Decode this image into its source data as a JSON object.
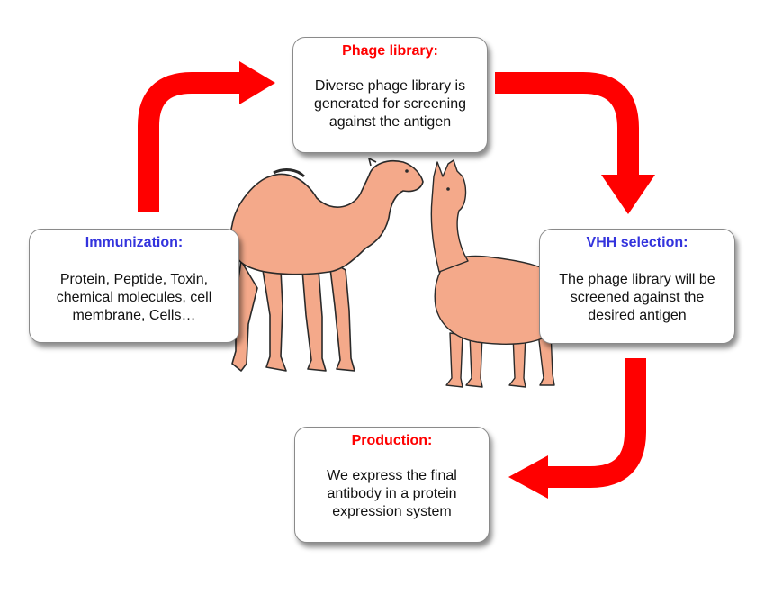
{
  "colors": {
    "arrow": "#ff0000",
    "title_red": "#ff0000",
    "title_blue": "#3333dd",
    "animal_fill": "#f4a98a",
    "animal_outline": "#2a2a2a"
  },
  "boxes": {
    "phage": {
      "title": "Phage library:",
      "body": "Diverse phage library is\ngenerated for screening\nagainst the antigen"
    },
    "immunization": {
      "title": "Immunization:",
      "body": "Protein, Peptide, Toxin,\nchemical molecules, cell\nmembrane, Cells…"
    },
    "vhh": {
      "title": "VHH selection:",
      "body": "The phage library will be\nscreened against the\ndesired antigen"
    },
    "production": {
      "title": "Production:",
      "body": "We express the final\nantibody in a protein\nexpression system"
    }
  },
  "illustrations": [
    "camel",
    "llama"
  ],
  "arrows": [
    "immunization-to-phage",
    "phage-to-vhh",
    "vhh-to-production"
  ]
}
